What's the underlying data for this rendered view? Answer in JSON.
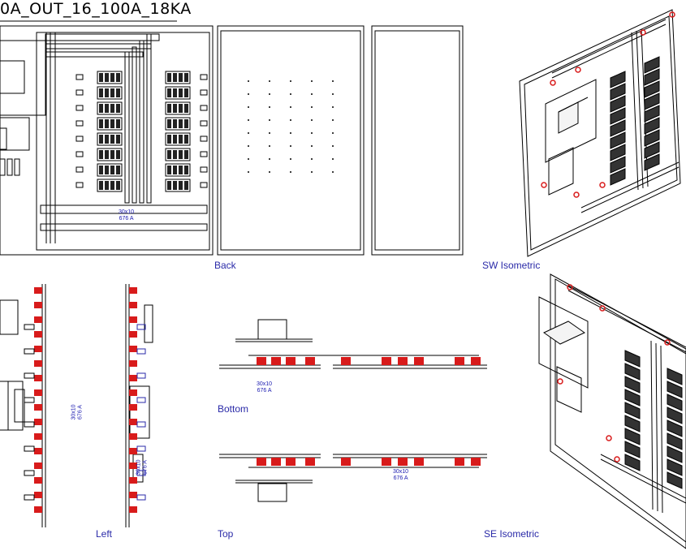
{
  "drawing": {
    "title": "0A_OUT_16_100A_18KA",
    "views": {
      "back": "Back",
      "sw_isometric": "SW Isometric",
      "bottom": "Bottom",
      "left": "Left",
      "top": "Top",
      "se_isometric": "SE Isometric"
    },
    "dimensions": {
      "busbar_front_size": "30x10",
      "busbar_front_current": "676 A",
      "busbar_left_size": "30x10",
      "busbar_left_current": "676 A",
      "busbar_bottom_size": "30x10",
      "busbar_bottom_current": "676 A",
      "busbar_top_size": "30x10",
      "busbar_top_current": "676 A",
      "busbar_side_size": "30x10",
      "busbar_side_current": "676 A"
    },
    "colors": {
      "line": "#000000",
      "annotation": "#2a2aa8",
      "highlight": "#d81b1b"
    }
  }
}
